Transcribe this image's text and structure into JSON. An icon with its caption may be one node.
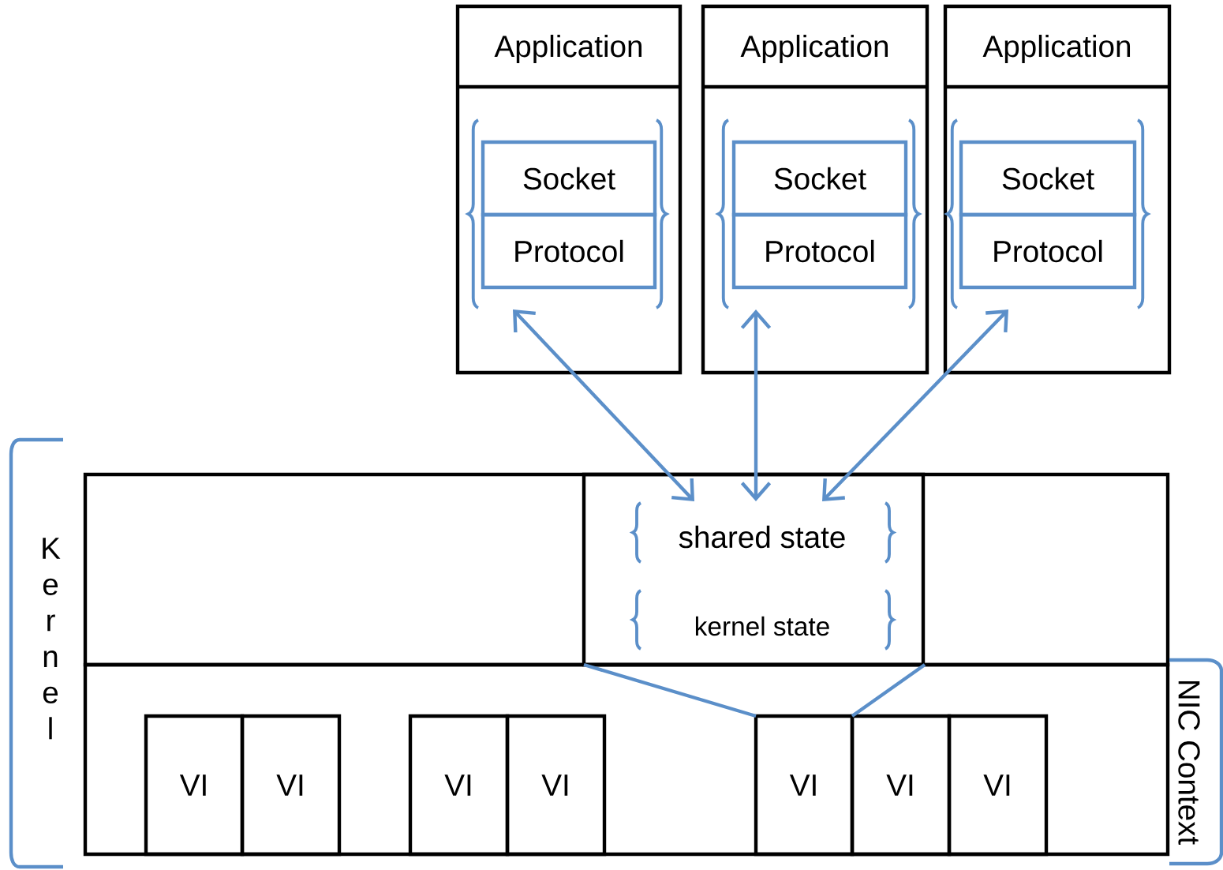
{
  "diagram": {
    "nodes": [
      {
        "text": [
          "Application"
        ]
      },
      {
        "text": [
          "Socket"
        ],
        "in": 0
      },
      {
        "text": [
          "Protocol"
        ],
        "in": 0
      },
      {
        "text": [
          "Application"
        ]
      },
      {
        "text": [
          "Socket"
        ],
        "in": 3
      },
      {
        "text": [
          "Protocol"
        ],
        "in": 3
      },
      {
        "text": [
          "Application"
        ]
      },
      {
        "text": [
          "Socket"
        ],
        "in": 6
      },
      {
        "text": [
          "Protocol"
        ],
        "in": 6
      },
      {
        "text": [],
        "shape": "box"
      },
      {
        "text": [
          "shared state",
          "kernel state"
        ],
        "in": 9
      },
      {
        "text": [],
        "shape": "box"
      },
      {
        "text": [
          "VI"
        ],
        "in": 11
      },
      {
        "text": [
          "VI"
        ],
        "in": 11
      },
      {
        "text": [
          "VI"
        ],
        "in": 11
      },
      {
        "text": [
          "VI"
        ],
        "in": 11
      },
      {
        "text": [
          "VI"
        ],
        "in": 11
      },
      {
        "text": [
          "VI"
        ],
        "in": 11
      },
      {
        "text": [
          "VI"
        ],
        "in": 11
      }
    ],
    "edges": [
      {
        "from": 2,
        "to": 10,
        "arrow": "both"
      },
      {
        "from": 5,
        "to": 10,
        "arrow": "both"
      },
      {
        "from": 8,
        "to": 10,
        "arrow": "both"
      },
      {
        "from": 10,
        "to": 16,
        "arrow": "none"
      },
      {
        "from": 10,
        "to": 16,
        "arrow": "none"
      }
    ],
    "labels": [
      "K e r n e l",
      "NIC Context"
    ]
  }
}
